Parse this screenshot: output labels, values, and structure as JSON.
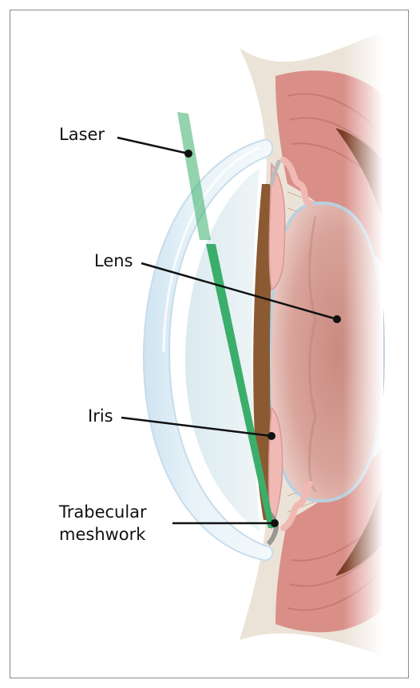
{
  "labels": {
    "laser": "Laser",
    "lens": "Lens",
    "iris": "Iris",
    "trabecular_line1": "Trabecular",
    "trabecular_line2": "meshwork"
  },
  "colors": {
    "laser_beam": "#3aae6a",
    "cornea": "#dfeef6",
    "sclera": "#ece3d8",
    "ciliary_muscle": "#d98f88",
    "iris_tissue": "#f1b9b4",
    "iris_pigment": "#8c5a32",
    "lens": "#c98a80",
    "label_dot": "#111111"
  }
}
